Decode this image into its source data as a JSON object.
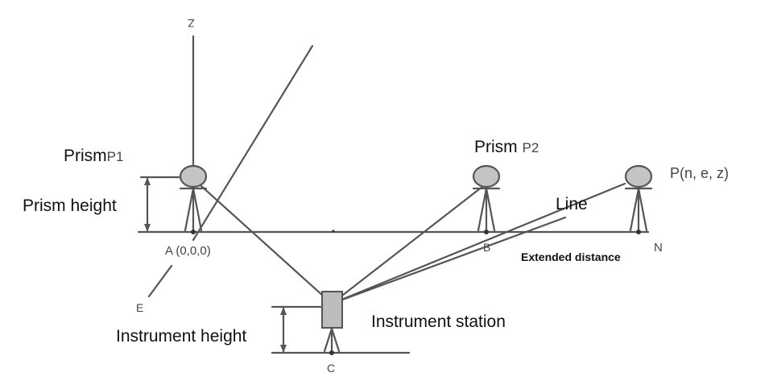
{
  "labels": {
    "prism_p1_a": "Prism",
    "prism_p1_b": "P1",
    "prism_p2_a": "Prism",
    "prism_p2_b": "P2",
    "point_p": "P(n, e, z)",
    "prism_height": "Prism height",
    "line": "Line",
    "point_a": "A (0,0,0)",
    "point_b": "B",
    "axis_n": "N",
    "axis_z": "Z",
    "axis_e": "E",
    "point_c": "C",
    "extended_distance": "Extended distance",
    "instrument_station": "Instrument station",
    "instrument_height": "Instrument height"
  },
  "colors": {
    "stroke": "#555555",
    "prism_fill": "#c4c4c4",
    "instrument_fill": "#bdbdbd"
  }
}
